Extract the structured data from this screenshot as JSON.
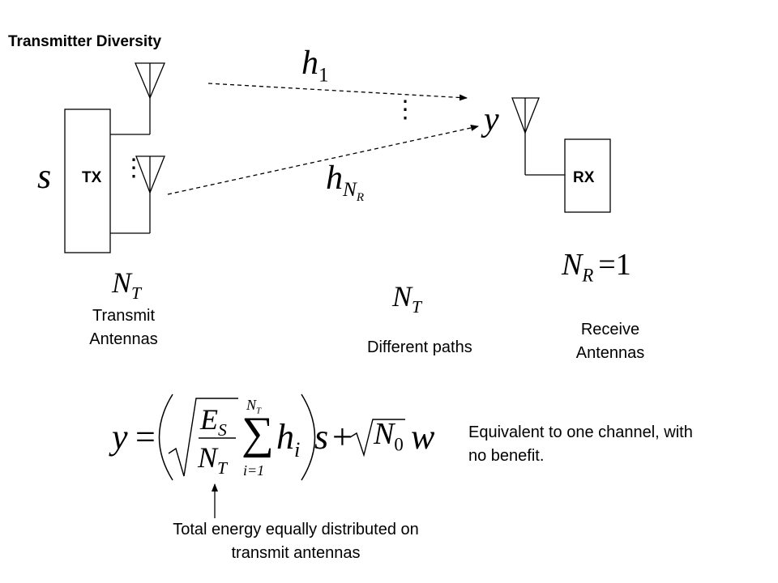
{
  "title": "Transmitter Diversity",
  "tx_label": "TX",
  "rx_label": "RX",
  "symbols": {
    "s": "s",
    "y": "y",
    "h1": "h",
    "h1_sub": "1",
    "hNR": "h",
    "hNR_sub": "N",
    "hNR_subsub": "R",
    "NT": "N",
    "NT_sub": "T",
    "NR": "N",
    "NR_sub": "R",
    "NR_eq": "=1",
    "dots": "⋮"
  },
  "labels": {
    "transmit_antennas": "Transmit Antennas",
    "different_paths": "Different paths",
    "receive_antennas": "Receive Antennas",
    "equivalent": "Equivalent to one channel, with no benefit.",
    "total_energy": "Total energy equally distributed on transmit antennas"
  },
  "equation": {
    "lhs": "y",
    "equals": "=",
    "Es": "E",
    "Es_sub": "S",
    "NT": "N",
    "NT_sub": "T",
    "sum_top": "N",
    "sum_top_sub": "T",
    "sum_sym": "∑",
    "sum_bottom": "i=1",
    "h": "h",
    "h_sub": "i",
    "s": "s",
    "plus": "+",
    "N0": "N",
    "N0_sub": "0",
    "w": "w"
  }
}
